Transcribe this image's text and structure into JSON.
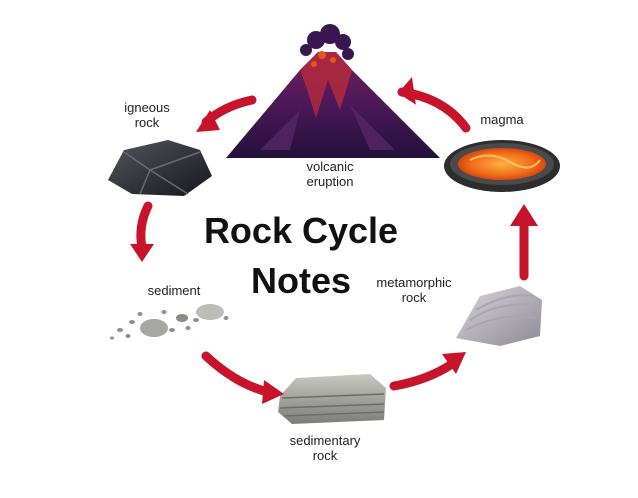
{
  "title": {
    "line1": "Rock Cycle",
    "line2": "Notes"
  },
  "stages": {
    "volcanic_eruption": {
      "line1": "volcanic",
      "line2": "eruption"
    },
    "magma": {
      "line1": "magma"
    },
    "metamorphic_rock": {
      "line1": "metamorphic",
      "line2": "rock"
    },
    "sedimentary_rock": {
      "line1": "sedimentary",
      "line2": "rock"
    },
    "sediment": {
      "line1": "sediment"
    },
    "igneous_rock": {
      "line1": "igneous",
      "line2": "rock"
    }
  },
  "colors": {
    "arrow": "#c8142a",
    "volcano": "#3a1650",
    "lava": "#e8541a",
    "magma": "#f07a1c",
    "rock_dark": "#2b2b33",
    "rock_grey": "#9a9a96"
  }
}
